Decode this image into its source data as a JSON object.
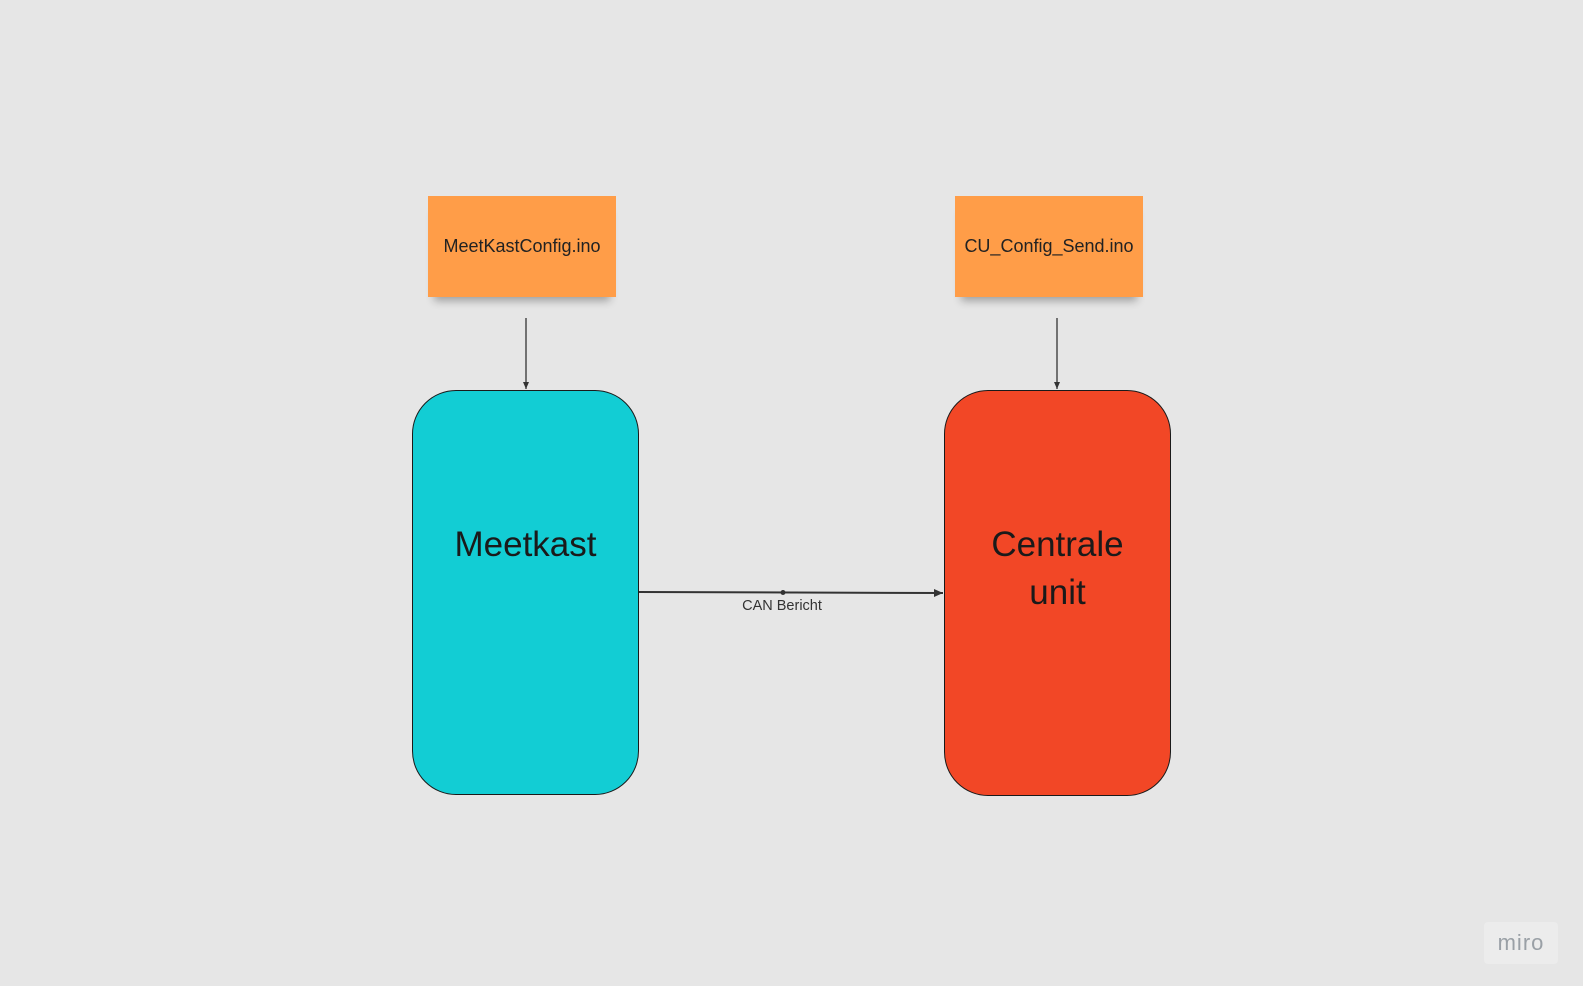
{
  "board": {
    "background": "#e6e6e6"
  },
  "stickies": [
    {
      "label": "MeetKastConfig.ino",
      "color": "#ff9d48"
    },
    {
      "label": "CU_Config_Send.ino",
      "color": "#ff9d48"
    }
  ],
  "nodes": {
    "meetkast": {
      "label": "Meetkast",
      "color": "#12cdd4"
    },
    "centrale": {
      "label": "Centrale unit",
      "color": "#f24726"
    }
  },
  "edges": {
    "can": {
      "label": "CAN Bericht"
    }
  },
  "watermark": {
    "text": "miro"
  }
}
